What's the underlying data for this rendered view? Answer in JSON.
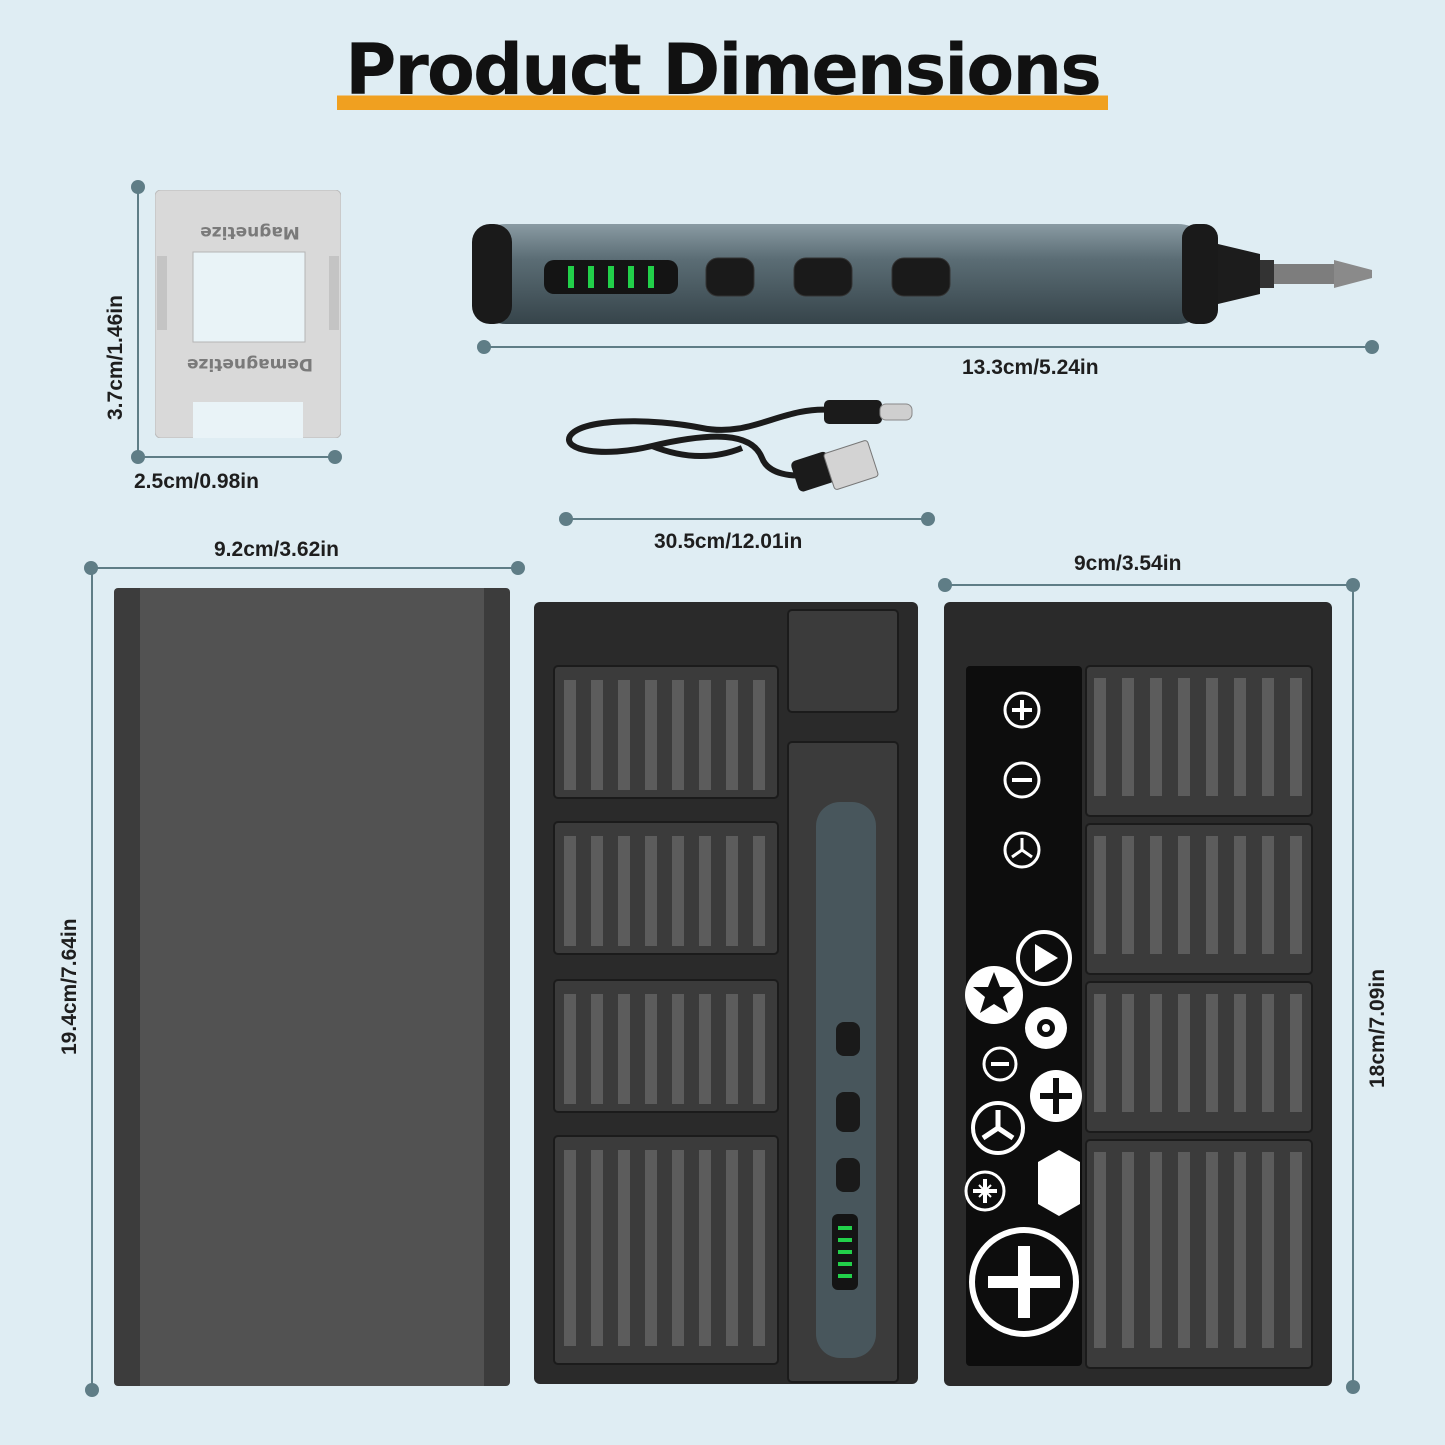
{
  "title": "Product Dimensions",
  "colors": {
    "background": "#dfedf3",
    "title_underline": "#f0a020",
    "dimension_line": "#5f7d86",
    "case_dark": "#4a4a4a",
    "led_green": "#22d04a"
  },
  "magnetizer": {
    "label_top": "Magnetize",
    "label_bottom": "Demagnetize",
    "height_label": "3.7cm/1.46in",
    "width_label": "2.5cm/0.98in"
  },
  "screwdriver": {
    "length_label": "13.3cm/5.24in"
  },
  "cable": {
    "length_label": "30.5cm/12.01in"
  },
  "case_lid": {
    "width_label": "9.2cm/3.62in",
    "height_label": "19.4cm/7.64in"
  },
  "bit_tray": {
    "width_label": "9cm/3.54in",
    "height_label": "18cm/7.09in"
  },
  "icons": [
    "phillips-icon",
    "slotted-icon",
    "tri-wing-icon",
    "torx-icon",
    "triangle-icon",
    "pentalobe-icon",
    "hex-icon",
    "cross-icon"
  ]
}
